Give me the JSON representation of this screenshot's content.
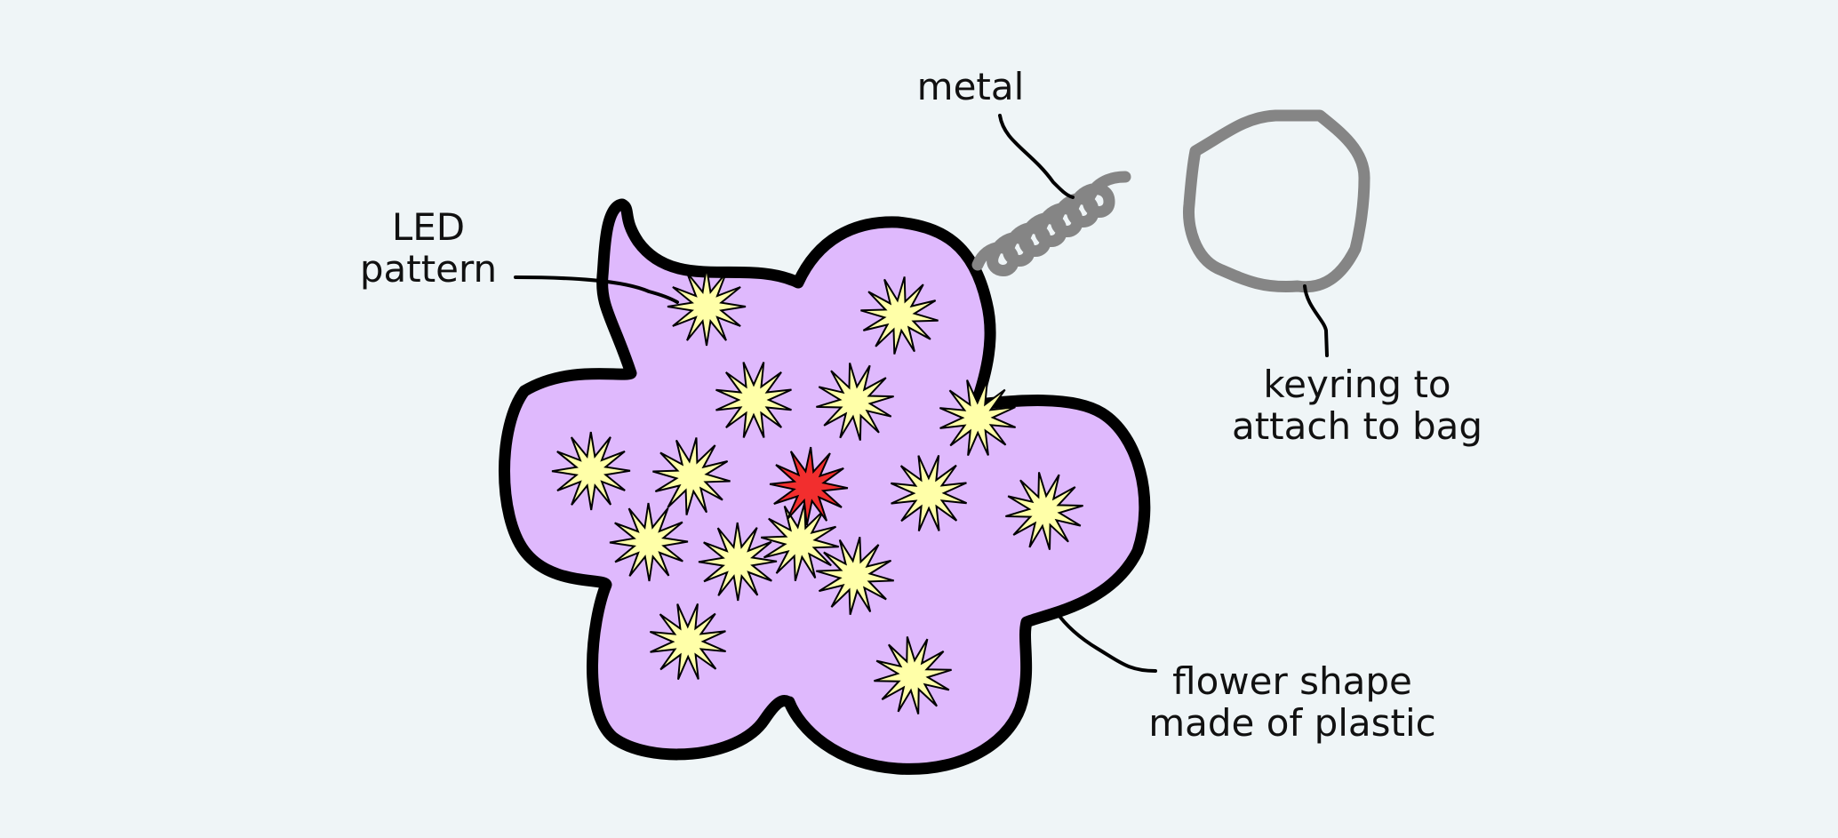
{
  "labels": {
    "metal": "metal",
    "led_line1": "LED",
    "led_line2": "pattern",
    "keyring_line1": "keyring to",
    "keyring_line2": "attach to bag",
    "flower_line1": "flower shape",
    "flower_line2": "made of plastic"
  },
  "colors": {
    "background": "#eff5f7",
    "flower_fill": "#dfb9fd",
    "outline": "#000000",
    "led_yellow": "#ffffa8",
    "led_red": "#f22e2e",
    "metal_gray": "#858585"
  },
  "leds": {
    "yellow_count": 15,
    "red_count": 1
  }
}
